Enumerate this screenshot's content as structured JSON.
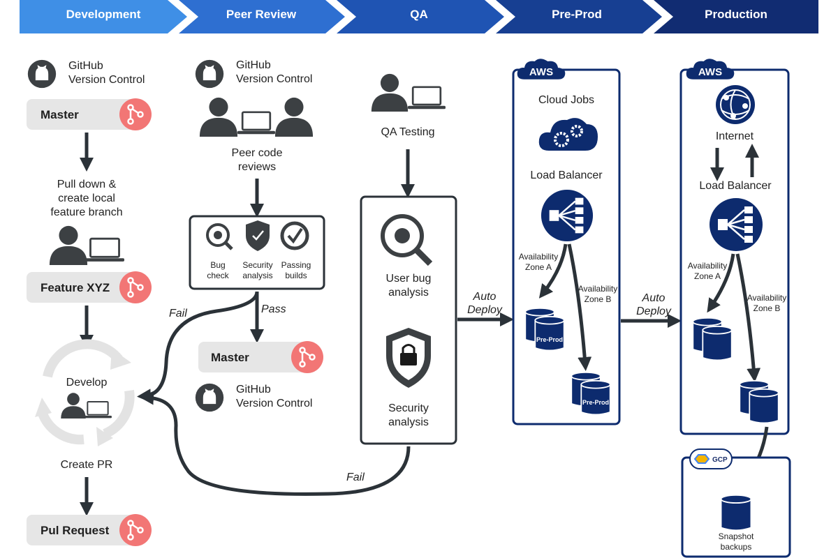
{
  "stages": [
    "Development",
    "Peer Review",
    "QA",
    "Pre-Prod",
    "Production"
  ],
  "colors": {
    "stage_gradient": [
      "#3f8fe6",
      "#2e6fd1",
      "#1f54b3",
      "#173f92",
      "#112c72"
    ],
    "navy": "#0d2b6e",
    "arrow": "#2b3238",
    "branch_badge": "#f27675",
    "pill_bg": "#e6e6e6",
    "person": "#3c4043"
  },
  "development": {
    "github_line1": "GitHub",
    "github_line2": "Version Control",
    "master": "Master",
    "pull_line1": "Pull down &",
    "pull_line2": "create local",
    "pull_line3": "feature branch",
    "feature": "Feature XYZ",
    "develop": "Develop",
    "create_pr": "Create PR",
    "pull_request": "Pul Request"
  },
  "peer_review": {
    "github_line1": "GitHub",
    "github_line2": "Version Control",
    "reviews_line1": "Peer code",
    "reviews_line2": "reviews",
    "checks": [
      {
        "line1": "Bug",
        "line2": "check",
        "icon": "bug-search-icon"
      },
      {
        "line1": "Security",
        "line2": "analysis",
        "icon": "shield-check-icon"
      },
      {
        "line1": "Passing",
        "line2": "builds",
        "icon": "check-circle-icon"
      }
    ],
    "pass": "Pass",
    "fail": "Fail",
    "master": "Master",
    "github2_line1": "GitHub",
    "github2_line2": "Version Control"
  },
  "qa": {
    "testing": "QA Testing",
    "bug_line1": "User bug",
    "bug_line2": "analysis",
    "sec_line1": "Security",
    "sec_line2": "analysis",
    "fail": "Fail"
  },
  "deploy": {
    "line1": "Auto",
    "line2": "Deploy"
  },
  "preprod": {
    "aws": "AWS",
    "cloud_jobs": "Cloud Jobs",
    "load_balancer": "Load Balancer",
    "zone_a_line1": "Availability",
    "zone_a_line2": "Zone A",
    "zone_b_line1": "Availability",
    "zone_b_line2": "Zone B",
    "db_label": "Pre-Prod"
  },
  "production": {
    "aws": "AWS",
    "internet": "Internet",
    "load_balancer": "Load Balancer",
    "zone_a_line1": "Availability",
    "zone_a_line2": "Zone A",
    "zone_b_line1": "Availability",
    "zone_b_line2": "Zone B",
    "gcp": "GCP",
    "snap_line1": "Snapshot",
    "snap_line2": "backups"
  }
}
